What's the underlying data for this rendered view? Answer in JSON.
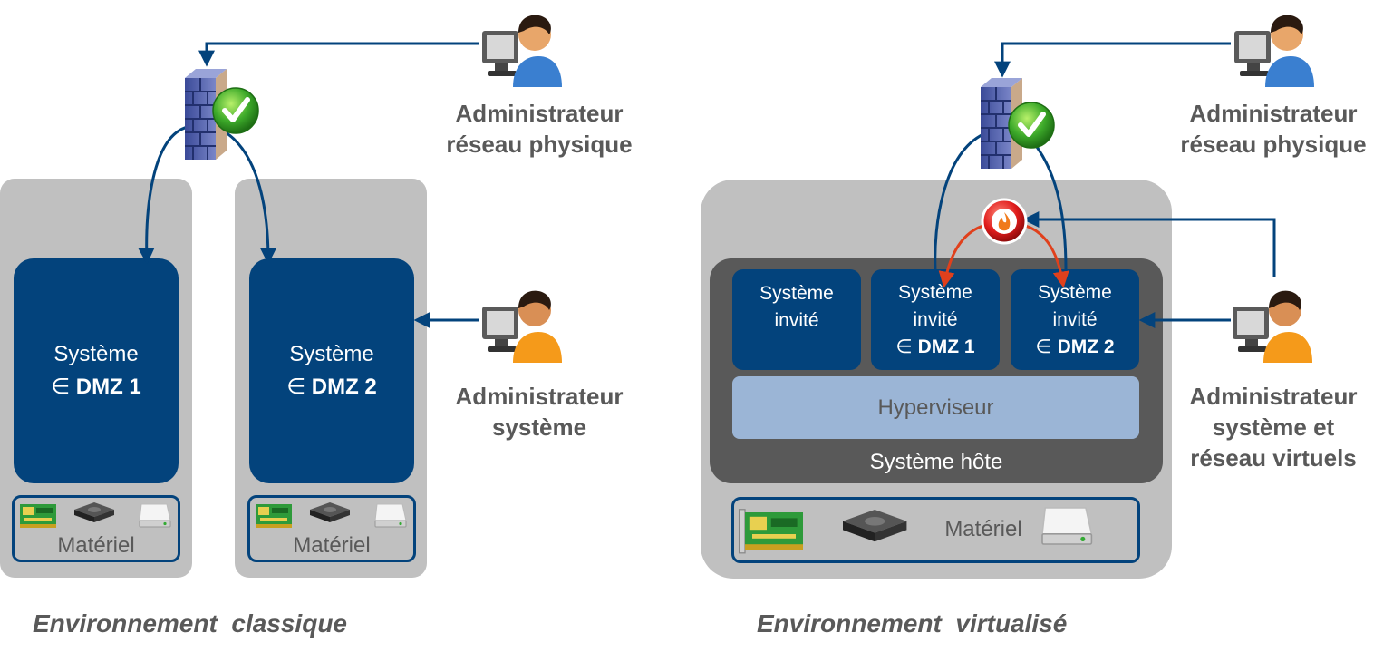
{
  "classic": {
    "admin_network": [
      "Administrateur",
      "réseau physique"
    ],
    "admin_system": [
      "Administrateur",
      "système"
    ],
    "host1": {
      "line1": "Système",
      "symbol": "∈",
      "name": "DMZ 1"
    },
    "host2": {
      "line1": "Système",
      "symbol": "∈",
      "name": "DMZ 2"
    },
    "hardware1": "Matériel",
    "hardware2": "Matériel",
    "caption": "Environnement  classique"
  },
  "virtual": {
    "admin_network": [
      "Administrateur",
      "réseau physique"
    ],
    "admin_virtual": [
      "Administrateur",
      "système et",
      "réseau virtuels"
    ],
    "guests": [
      {
        "line1": "Système",
        "line2": "invité",
        "symbol": "",
        "name": ""
      },
      {
        "line1": "Système",
        "line2": "invité",
        "symbol": "∈",
        "name": "DMZ 1"
      },
      {
        "line1": "Système",
        "line2": "invité",
        "symbol": "∈",
        "name": "DMZ 2"
      }
    ],
    "hypervisor": "Hyperviseur",
    "host_system": "Système hôte",
    "hardware": "Matériel",
    "caption": "Environnement  virtualisé"
  },
  "colors": {
    "navy": "#03437c",
    "panel_gray": "#c0c0c0",
    "dark_gray": "#595959",
    "hypervisor_blue": "#9bb5d6",
    "arrow_red": "#e0401c",
    "check_green": "#3daa2a",
    "firewall_blue": "#4a5aa8"
  },
  "icons": [
    "firewall-icon",
    "check-icon",
    "virtual-firewall-icon",
    "admin-person-icon",
    "network-card-icon",
    "cpu-chip-icon",
    "hard-drive-icon"
  ]
}
